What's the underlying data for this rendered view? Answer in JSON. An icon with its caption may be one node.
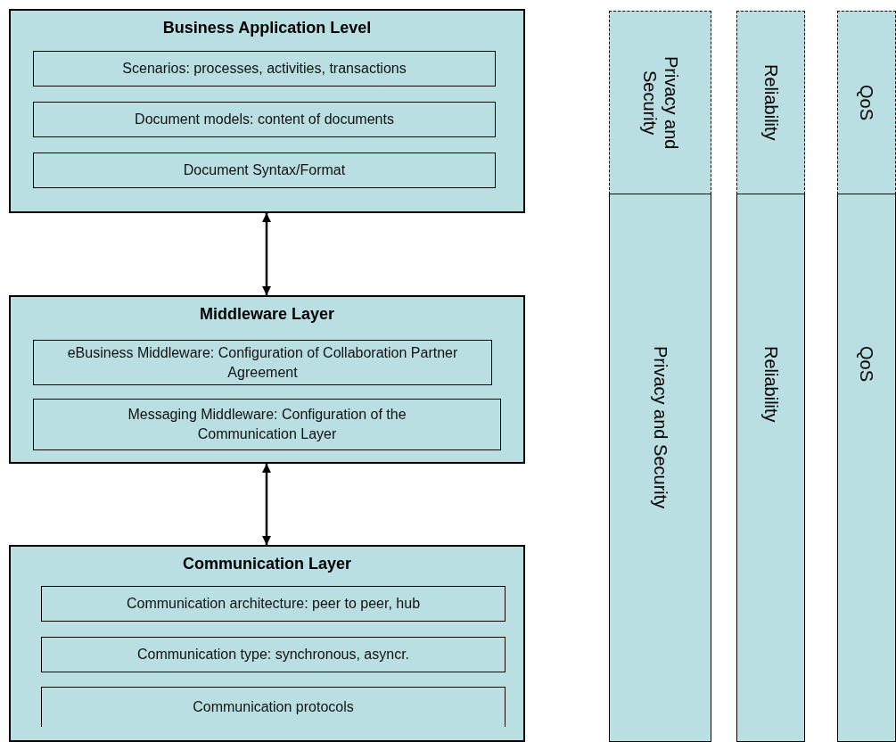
{
  "diagram": {
    "nodes": [
      {
        "text": [
          "Business Application Level"
        ]
      },
      {
        "text": [
          "Scenarios: processes, activities, transactions"
        ],
        "in": 0
      },
      {
        "text": [
          "Document models: content of documents"
        ],
        "in": 0
      },
      {
        "text": [
          "Document Syntax/Format"
        ],
        "in": 0
      },
      {
        "text": [
          "Middleware Layer"
        ]
      },
      {
        "text": [
          "eBusiness Middleware: Configuration of Collaboration Partner Agreement"
        ],
        "in": 4
      },
      {
        "text": [
          "Messaging Middleware: Configuration of the Communication Layer"
        ],
        "in": 4
      },
      {
        "text": [
          "Communication Layer"
        ]
      },
      {
        "text": [
          "Communication architecture: peer to peer, hub"
        ],
        "in": 7
      },
      {
        "text": [
          "Communication type: synchronous, asyncr."
        ],
        "in": 7
      },
      {
        "text": [
          "Communication protocols"
        ],
        "in": 7
      },
      {
        "text": [
          "Privacy and Security"
        ]
      },
      {
        "text": [
          "Privacy and Security"
        ]
      },
      {
        "text": [
          "Reliability"
        ]
      },
      {
        "text": [
          "Reliability"
        ]
      },
      {
        "text": [
          "QoS"
        ]
      },
      {
        "text": [
          "QoS"
        ]
      }
    ],
    "edges": [
      {
        "from": 0,
        "to": 4,
        "arrow": "both"
      },
      {
        "from": 4,
        "to": 7,
        "arrow": "both"
      }
    ]
  }
}
